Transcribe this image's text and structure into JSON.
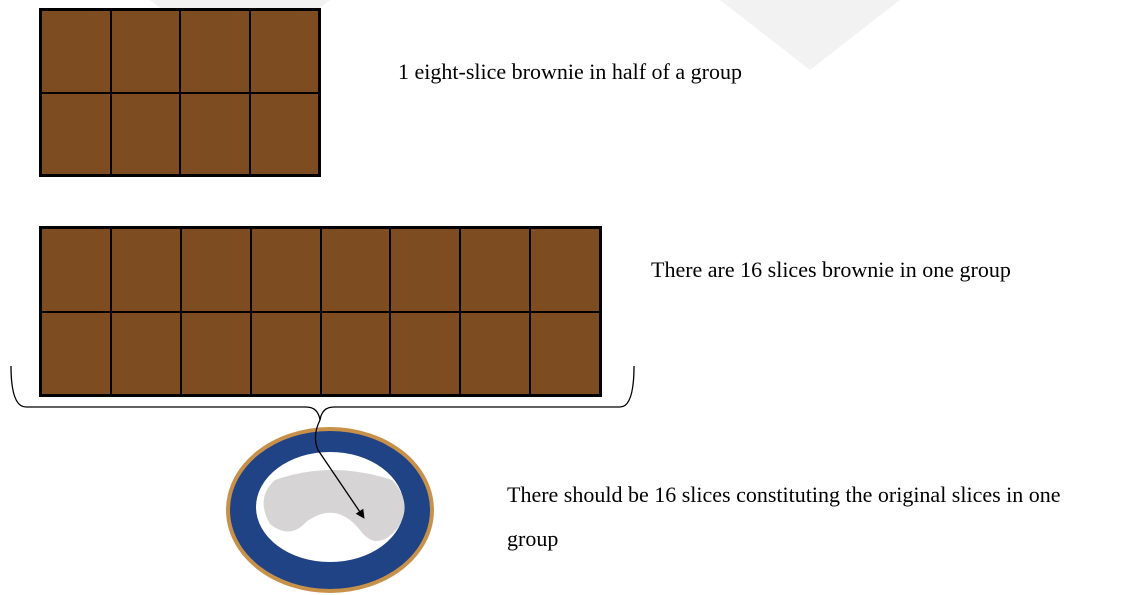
{
  "colors": {
    "brownie": "#7d4c21",
    "slice_border": "#000000",
    "plate_rim": "#1f4384",
    "plate_edge": "#c8914a",
    "plate_center": "#ffffff",
    "plate_shadow": "#d7d4d6",
    "watermark": "#f2f2f2"
  },
  "groups": [
    {
      "slices": 8,
      "columns": 4,
      "rows": 2,
      "caption": "1 eight-slice brownie in half of a group"
    },
    {
      "slices": 16,
      "columns": 8,
      "rows": 2,
      "caption": "There are 16 slices brownie in one group"
    }
  ],
  "plate": {
    "caption": "There should be 16 slices constituting the original slices in one group",
    "icon": "plate-icon"
  },
  "connector": {
    "icon": "curly-brace-icon",
    "arrow_icon": "arrow-down-icon"
  }
}
